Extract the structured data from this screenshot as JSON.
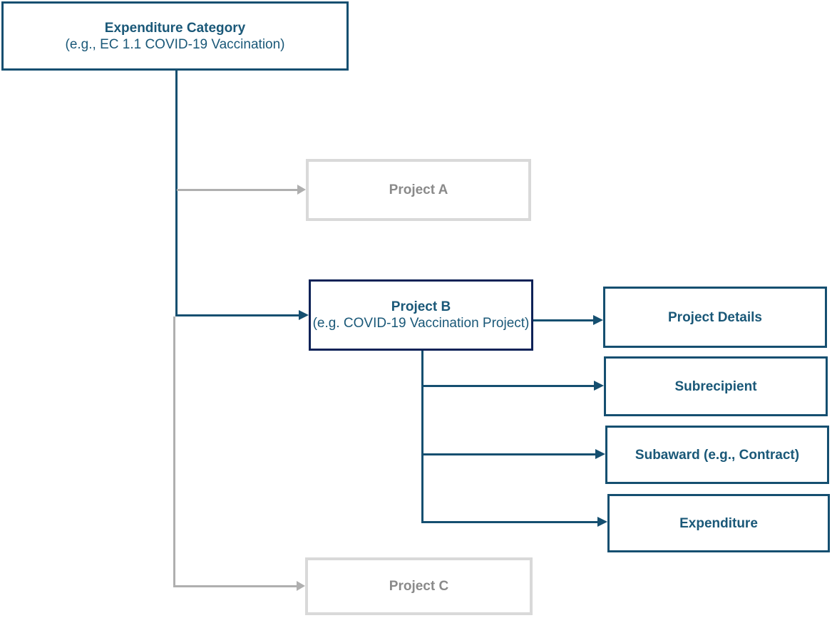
{
  "colors": {
    "teal": "#154F70",
    "teal_text": "#1A5878",
    "navy": "#0D2257",
    "gray_border": "#D9D9D9",
    "gray_arrow": "#AFAFAF",
    "gray_text": "#8A8A8A"
  },
  "nodes": {
    "expenditure_category": {
      "title": "Expenditure Category",
      "subtitle": "(e.g., EC 1.1 COVID-19 Vaccination)"
    },
    "project_a": {
      "title": "Project A"
    },
    "project_b": {
      "title": "Project B",
      "subtitle": "(e.g. COVID-19 Vaccination Project)"
    },
    "project_c": {
      "title": "Project C"
    },
    "project_details": {
      "title": "Project Details"
    },
    "subrecipient": {
      "title": "Subrecipient"
    },
    "subaward": {
      "title": "Subaward (e.g., Contract)"
    },
    "expenditure": {
      "title": "Expenditure"
    }
  }
}
